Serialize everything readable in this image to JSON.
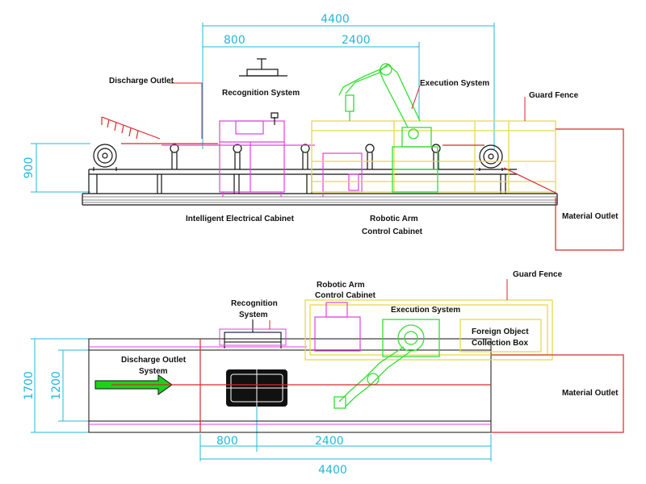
{
  "colors": {
    "dimension": "#22b8d8",
    "guard": "#e8d84a",
    "cabinet": "#e040e0",
    "robot": "#33dd33",
    "outlet": "#d42a2a",
    "machinery": "#111111",
    "arrow": "#1fd11f"
  },
  "side_view": {
    "dims": {
      "total": "4400",
      "first": "800",
      "second": "2400",
      "height": "900"
    },
    "labels": {
      "discharge_outlet": "Discharge Outlet",
      "recognition_system": "Recognition System",
      "execution_system": "Execution System",
      "guard_fence": "Guard Fence",
      "intelligent_cabinet": "Intelligent Electrical Cabinet",
      "robotic_arm_cabinet_1": "Robotic Arm",
      "robotic_arm_cabinet_2": "Control Cabinet",
      "material_outlet": "Material Outlet"
    }
  },
  "top_view": {
    "dims": {
      "total": "4400",
      "first": "800",
      "second": "2400",
      "outer_width": "1700",
      "inner_width": "1200"
    },
    "labels": {
      "guard_fence": "Guard Fence",
      "robotic_arm_cabinet_1": "Robotic Arm",
      "robotic_arm_cabinet_2": "Control Cabinet",
      "recognition_1": "Recognition",
      "recognition_2": "System",
      "execution_system": "Execution System",
      "foreign_object_1": "Foreign Object",
      "foreign_object_2": "Collection Box",
      "discharge_1": "Discharge Outlet",
      "discharge_2": "System",
      "material_outlet": "Material Outlet"
    }
  }
}
